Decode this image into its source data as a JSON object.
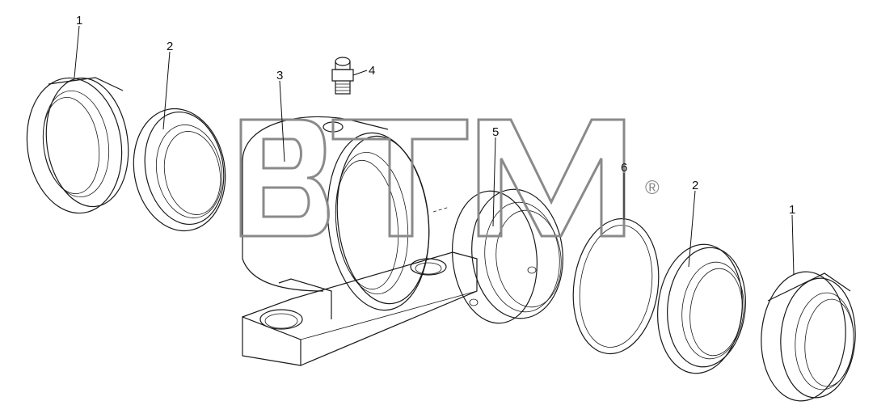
{
  "diagram": {
    "labels": {
      "p1_left": "1",
      "p2_left": "2",
      "p3": "3",
      "p4": "4",
      "p5": "5",
      "p6": "6",
      "p2_right": "2",
      "p1_right": "1"
    },
    "watermark": {
      "text": "BTM",
      "registered": "®",
      "color": "#8a8a8a"
    }
  }
}
